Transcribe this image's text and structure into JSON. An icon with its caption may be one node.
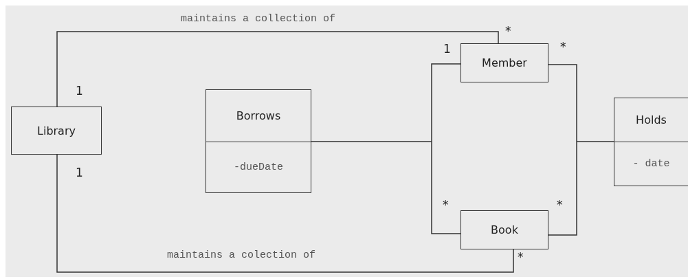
{
  "diagram": {
    "nodes": [
      {
        "text": [
          "Library"
        ]
      },
      {
        "text": [
          "Member"
        ]
      },
      {
        "text": [
          "Borrows",
          "-dueDate"
        ]
      },
      {
        "text": [
          "Book"
        ]
      },
      {
        "text": [
          "Holds",
          "- date"
        ]
      }
    ],
    "edges": [
      {
        "from": 0,
        "to": 1,
        "arrow": "none",
        "label": "maintains a collection of"
      },
      {
        "from": 0,
        "to": 3,
        "arrow": "none",
        "label": "maintains a colection of"
      },
      {
        "from": 1,
        "to": 3,
        "arrow": "none"
      },
      {
        "from": 1,
        "to": 3,
        "arrow": "none"
      },
      {
        "from": 2,
        "to": null,
        "arrow": "none"
      },
      {
        "from": 4,
        "to": null,
        "arrow": "none"
      }
    ],
    "labels": [
      "*",
      "*",
      "1",
      "1",
      "1",
      "*",
      "*",
      "*"
    ]
  }
}
